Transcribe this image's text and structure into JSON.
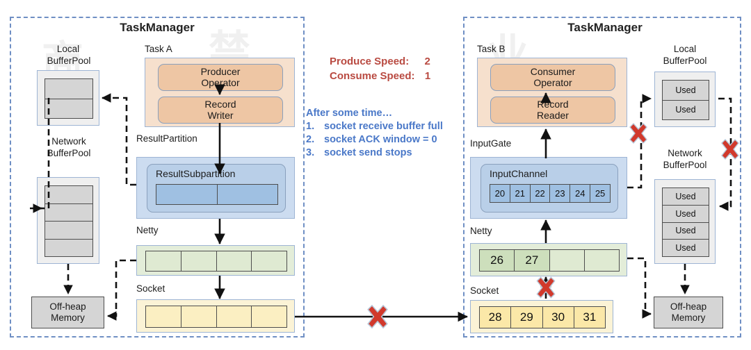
{
  "left_panel": {
    "title": "TaskManager",
    "local_pool": {
      "label_line1": "Local",
      "label_line2": "BufferPool",
      "cells": [
        "",
        ""
      ]
    },
    "network_pool": {
      "label_line1": "Network",
      "label_line2": "BufferPool",
      "cells": [
        "",
        "",
        "",
        ""
      ]
    },
    "offheap": {
      "line1": "Off-heap",
      "line2": "Memory"
    },
    "task": {
      "label": "Task A",
      "op_line1": "Producer",
      "op_line2": "Operator",
      "rw_line1": "Record",
      "rw_line2": "Writer"
    },
    "result_partition": {
      "label": "ResultPartition",
      "subpartition_label": "ResultSubpartition",
      "cells": [
        "",
        ""
      ]
    },
    "netty": {
      "label": "Netty",
      "cells": [
        "",
        "",
        "",
        ""
      ]
    },
    "socket": {
      "label": "Socket",
      "cells": [
        "",
        "",
        "",
        ""
      ]
    }
  },
  "right_panel": {
    "title": "TaskManager",
    "local_pool": {
      "label_line1": "Local",
      "label_line2": "BufferPool",
      "cells": [
        "Used",
        "Used"
      ]
    },
    "network_pool": {
      "label_line1": "Network",
      "label_line2": "BufferPool",
      "cells": [
        "Used",
        "Used",
        "Used",
        "Used"
      ]
    },
    "offheap": {
      "line1": "Off-heap",
      "line2": "Memory"
    },
    "task": {
      "label": "Task B",
      "op_line1": "Consumer",
      "op_line2": "Operator",
      "rw_line1": "Record",
      "rw_line2": "Reader"
    },
    "input_gate": {
      "label": "InputGate",
      "channel_label": "InputChannel",
      "cells": [
        "20",
        "21",
        "22",
        "23",
        "24",
        "25"
      ]
    },
    "netty": {
      "label": "Netty",
      "cells": [
        "26",
        "27",
        "",
        ""
      ]
    },
    "socket": {
      "label": "Socket",
      "cells": [
        "28",
        "29",
        "30",
        "31"
      ]
    }
  },
  "legend": {
    "produce_label": "Produce Speed:",
    "produce_value": "2",
    "consume_label": "Consume Speed:",
    "consume_value": "1",
    "after_title": "After some time…",
    "steps": [
      {
        "num": "1.",
        "text": "socket receive buffer full"
      },
      {
        "num": "2.",
        "text": "socket ACK window = 0"
      },
      {
        "num": "3.",
        "text": "socket send stops"
      }
    ]
  },
  "blockers": [
    {
      "name": "blocker-network-link"
    },
    {
      "name": "blocker-right-socket-to-netty"
    },
    {
      "name": "blocker-right-localpool"
    },
    {
      "name": "blocker-right-networkpool"
    }
  ],
  "colors": {
    "panel_border": "#6f8fc4",
    "speed_text": "#b94a41",
    "note_text": "#4a78c8",
    "blocker": "#d1392c",
    "task_fill": "#eec6a4",
    "partition_fill": "#9fc0e2",
    "netty_fill": "#cddfbc",
    "socket_fill": "#fbe8a8",
    "pool_fill": "#d5d5d5"
  }
}
